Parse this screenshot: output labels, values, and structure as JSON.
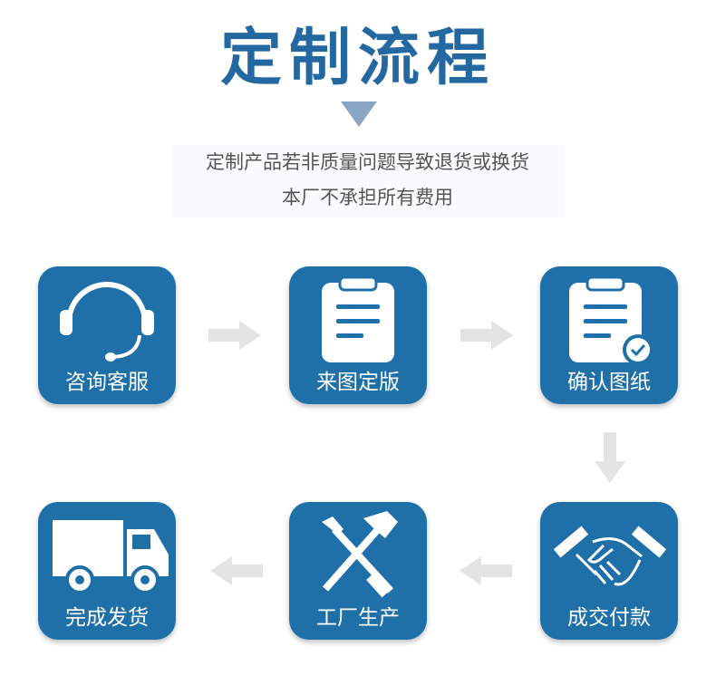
{
  "title": "定制流程",
  "notice": {
    "line1": "定制产品若非质量问题导致退货或换货",
    "line2": "本厂不承担所有费用"
  },
  "steps": [
    {
      "label": "咨询客服",
      "icon": "headset-icon"
    },
    {
      "label": "来图定版",
      "icon": "clipboard-icon"
    },
    {
      "label": "确认图纸",
      "icon": "clipboard-check-icon"
    },
    {
      "label": "成交付款",
      "icon": "handshake-icon"
    },
    {
      "label": "工厂生产",
      "icon": "tools-icon"
    },
    {
      "label": "完成发货",
      "icon": "truck-icon"
    }
  ],
  "colors": {
    "accent": "#1f70a9",
    "arrow": "#e3e3e3"
  }
}
